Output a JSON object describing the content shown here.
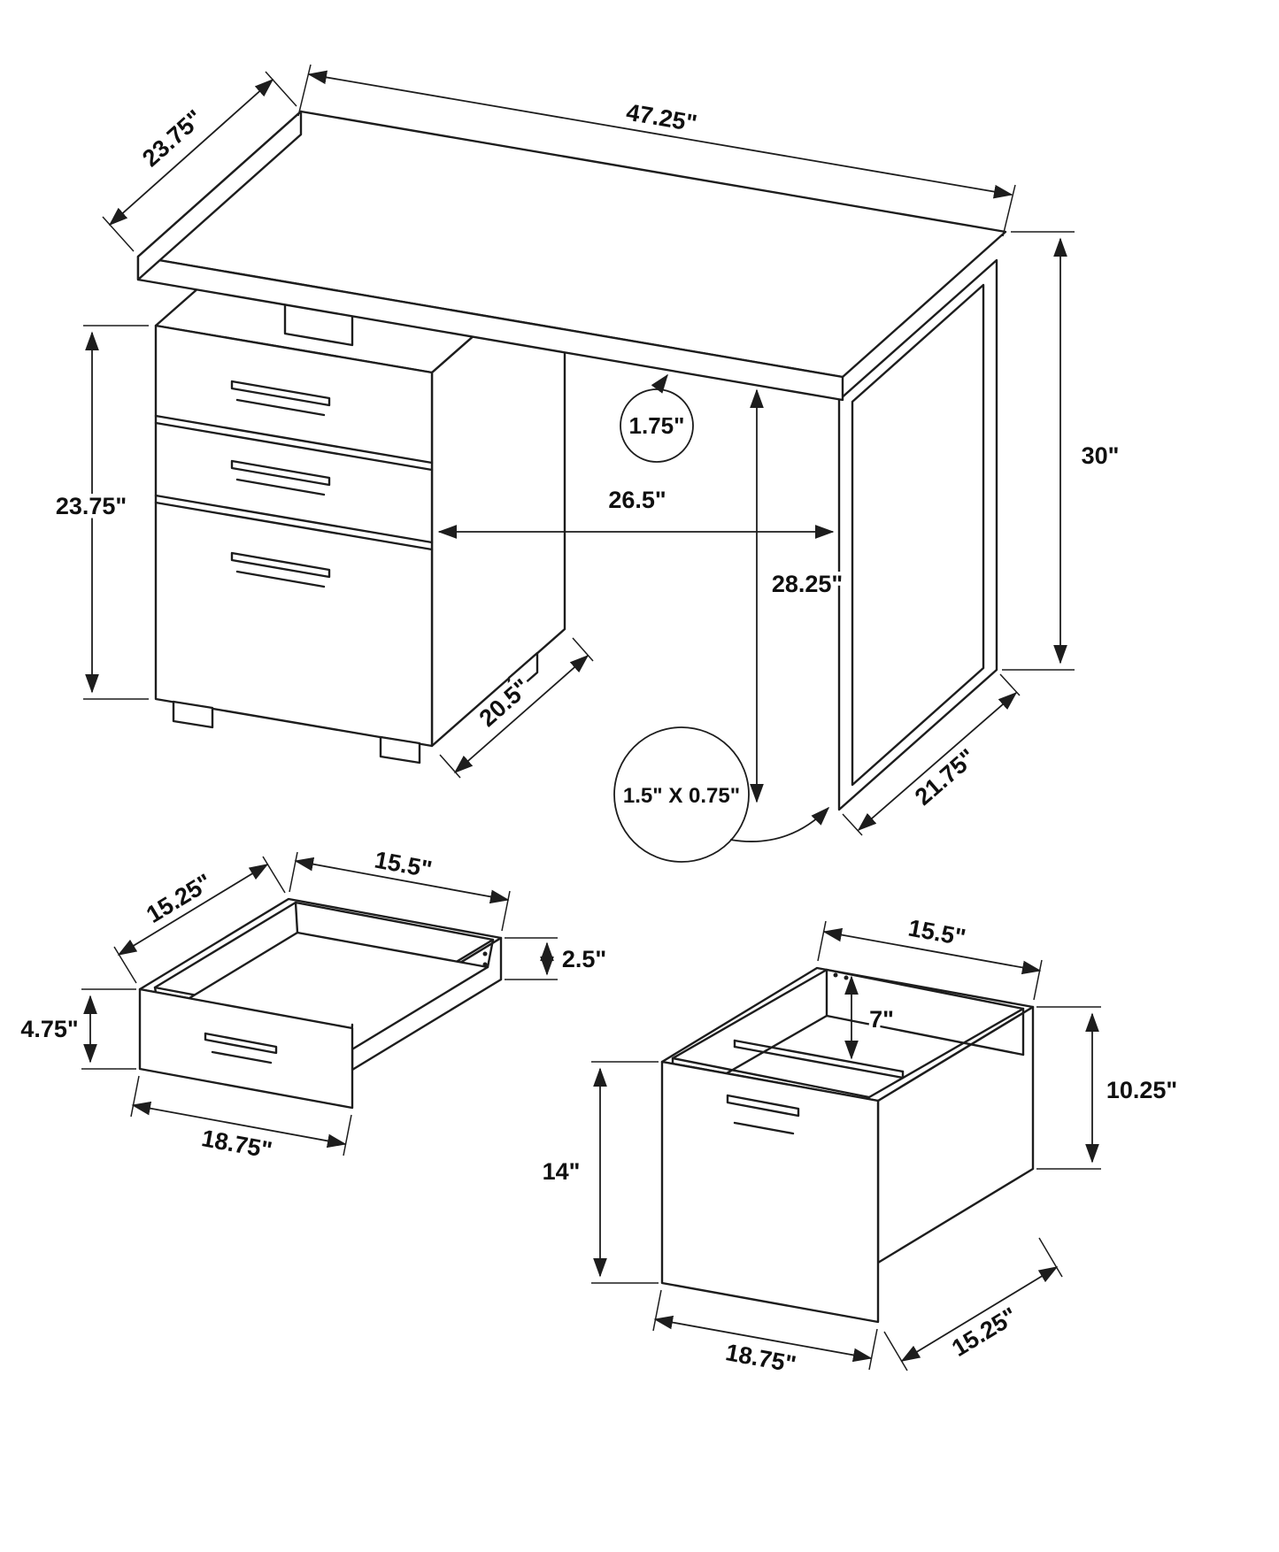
{
  "page": {
    "background": "#ffffff",
    "line_color": "#1d1d1d"
  },
  "desk_view": {
    "top_depth": "23.75\"",
    "top_width": "47.25\"",
    "overall_height": "30\"",
    "cabinet_height": "23.75\"",
    "top_thickness": "1.75\"",
    "clearance_width": "26.5\"",
    "clearance_height": "28.25\"",
    "cabinet_bottom_depth": "20.5\"",
    "leg_frame_depth": "21.75\"",
    "frame_tube_size": "1.5\" X 0.75\""
  },
  "small_drawer_view": {
    "top_depth": "15.25\"",
    "top_width": "15.5\"",
    "front_height": "4.75\"",
    "side_height": "2.5\"",
    "front_width": "18.75\""
  },
  "file_drawer_view": {
    "top_width": "15.5\"",
    "rail_depth": "7\"",
    "front_height": "14\"",
    "side_height": "10.25\"",
    "front_width": "18.75\"",
    "side_depth": "15.25\""
  }
}
